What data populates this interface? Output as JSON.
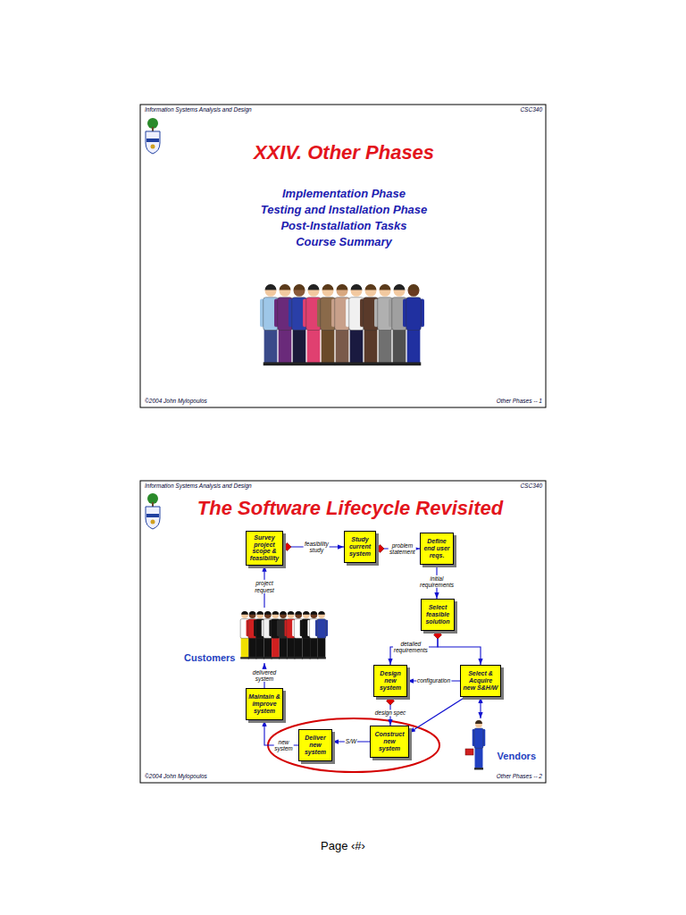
{
  "diagram": {
    "title": "XXIV. Other Phases",
    "nodes": [
      {
        "text": [
          "Survey project scope & feasibility"
        ]
      },
      {
        "text": [
          "Study current system"
        ]
      },
      {
        "text": [
          "Define end user reqs."
        ]
      },
      {
        "text": [
          "Select feasible solution"
        ]
      },
      {
        "text": [
          "Design new system"
        ]
      },
      {
        "text": [
          "Select & Acquire new S&H/W"
        ]
      },
      {
        "text": [
          "Construct new system"
        ]
      },
      {
        "text": [
          "Deliver new system"
        ]
      },
      {
        "text": [
          "Maintain & improve system"
        ]
      },
      {
        "text": [
          "Customers"
        ]
      },
      {
        "text": [
          "Vendors"
        ]
      }
    ],
    "edges": [
      {
        "from": 0,
        "to": 1,
        "label": "feasibility study",
        "arrow": "to"
      },
      {
        "from": 1,
        "to": 2,
        "label": "problem statement",
        "arrow": "to"
      },
      {
        "from": 2,
        "to": 3,
        "label": "initial requirements",
        "arrow": "to"
      },
      {
        "from": 3,
        "to": 4,
        "label": "detailed requirements",
        "arrow": "to"
      },
      {
        "from": 3,
        "to": 5,
        "arrow": "to"
      },
      {
        "from": 5,
        "to": 4,
        "label": "configuration",
        "arrow": "to"
      },
      {
        "from": 4,
        "to": 6,
        "label": "design spec",
        "arrow": "to"
      },
      {
        "from": 5,
        "to": 6,
        "arrow": "to"
      },
      {
        "from": 6,
        "to": 7,
        "label": "S/W",
        "arrow": "to"
      },
      {
        "from": 7,
        "to": 8,
        "label": "new system",
        "arrow": "to"
      },
      {
        "from": 8,
        "to": 9,
        "label": "delivered system",
        "arrow": "to"
      },
      {
        "from": 9,
        "to": 0,
        "label": "project request",
        "arrow": "to"
      },
      {
        "from": 5,
        "to": 10,
        "arrow": "both"
      }
    ],
    "labels": [
      "Information Systems Analysis and Design",
      "CSC340",
      "Implementation Phase",
      "Testing and Installation Phase",
      "Post-Installation Tasks",
      "Course Summary",
      "©2004 John Mylopoulos",
      "Other Phases -- 1",
      "Information Systems Analysis and Design",
      "CSC340",
      "The Software Lifecycle Revisited",
      "©2004 John Mylopoulos",
      "Other Phases -- 2",
      "Page ‹#›"
    ]
  }
}
